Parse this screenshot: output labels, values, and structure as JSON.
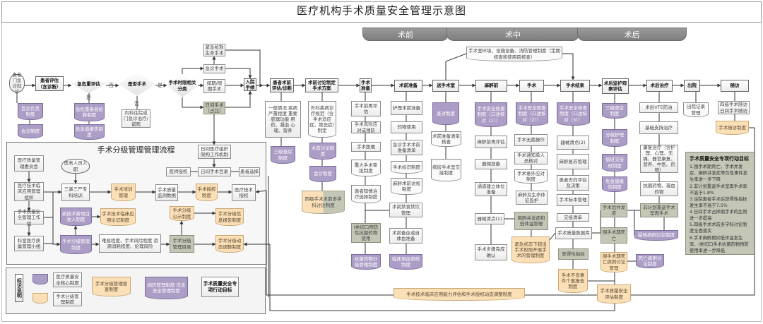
{
  "title": "医疗机构手术质量安全管理示意图",
  "phases": [
    "术前",
    "术中",
    "术后"
  ],
  "labels": {
    "no1": "否",
    "yes1": "是",
    "yes2": "是",
    "no2": "否"
  },
  "colors": {
    "core_system": "#ab9dc6",
    "grading_system": "#fbdfb6",
    "action_goal": "#c4c6b6"
  },
  "nodes": {
    "visit": {
      "text": "患者门急诊就诊",
      "kind": "oval"
    },
    "assess": {
      "text": "患者评估（含诊断）",
      "kind": "step"
    },
    "critical": {
      "text": "急危重评估",
      "kind": "diamond"
    },
    "surgery_q": {
      "text": "是否手术",
      "kind": "diamond"
    },
    "timing": {
      "text": "手术时限相关分类",
      "kind": "diamond"
    },
    "rescue": {
      "text": "紧急抢救生命手术",
      "kind": "box"
    },
    "emergency": {
      "text": "急诊手术",
      "kind": "box"
    },
    "elective": {
      "text": "择期/限期手术",
      "kind": "box"
    },
    "daysurg": {
      "text": "日间手术（占比）",
      "kind": "gray"
    },
    "admit": {
      "text": "入院手续",
      "kind": "step"
    },
    "first_resp": {
      "text": "首诊负责制度",
      "kind": "purple"
    },
    "consult1": {
      "text": "会诊制度",
      "kind": "purple"
    },
    "rescue_sys": {
      "text": "急危重患者抢救制度",
      "kind": "purple"
    },
    "critval1": {
      "text": "危急值报告制度",
      "kind": "purple"
    },
    "internal": {
      "text": "内科住院或门急诊治疗/留观",
      "kind": "box"
    },
    "preop_eval": {
      "text": "患者术前评估/诊断",
      "kind": "step"
    },
    "discuss": {
      "text": "术前讨论制定手术方案",
      "kind": "step"
    },
    "prep": {
      "text": "手术准备",
      "kind": "step"
    },
    "preop_prep": {
      "text": "术前准备",
      "kind": "step"
    },
    "to_or": {
      "text": "送手术室",
      "kind": "step"
    },
    "pre_anes": {
      "text": "麻醉前",
      "kind": "step"
    },
    "surgery": {
      "text": "手术",
      "kind": "step"
    },
    "surg_end": {
      "text": "手术结束",
      "kind": "step"
    },
    "postop_mon": {
      "text": "术后监护观察评估",
      "kind": "step"
    },
    "postop_tx": {
      "text": "术后治疗",
      "kind": "step"
    },
    "discharge": {
      "text": "出院",
      "kind": "step"
    },
    "followup": {
      "text": "随访",
      "kind": "step"
    },
    "general": {
      "text": "一般情况 疾病严重程度 重要脏器功能 用药、凝血 心理、营养",
      "kind": "box"
    },
    "ward_round1": {
      "text": "三级查房制度",
      "kind": "purple"
    },
    "norms": {
      "text": "外科疾病诊疗规范（含手术适应症、禁忌症）制定",
      "kind": "doc"
    },
    "discuss_sys": {
      "text": "术前讨论制度",
      "kind": "purple"
    },
    "consult2": {
      "text": "会诊制度",
      "kind": "purple"
    },
    "mdt4": {
      "text": "四级手术术前多学科讨论制度",
      "kind": "split"
    },
    "re_eval": {
      "text": "手术前再评估",
      "kind": "box"
    },
    "risk": {
      "text": "手术风险应对或预防",
      "kind": "box"
    },
    "order": {
      "text": "手术医嘱",
      "kind": "box"
    },
    "major_approve": {
      "text": "重大手术审批制度",
      "kind": "doc"
    },
    "consent": {
      "text": "患者知情治疗选择制度",
      "kind": "doc"
    },
    "abx_use": {
      "text": "I类切口预防性抗菌药物使用",
      "kind": "gray"
    },
    "abx_sys": {
      "text": "抗菌药物分级管理制度",
      "kind": "purple"
    },
    "nursing_prep": {
      "text": "护理术前准备",
      "kind": "box"
    },
    "drug": {
      "text": "药物使用",
      "kind": "box"
    },
    "em_checklist": {
      "text": "急诊手术术前准备清单",
      "kind": "box"
    },
    "marking": {
      "text": "手术标识制度",
      "kind": "doc"
    },
    "anes_visit": {
      "text": "麻醉术前访视制度",
      "kind": "doc"
    },
    "fasting": {
      "text": "术前禁食禁饮管理",
      "kind": "box"
    },
    "blood_prep": {
      "text": "术前备血或自体血准备",
      "kind": "box"
    },
    "blood_sys": {
      "text": "临床用血审核制度",
      "kind": "purple"
    },
    "env": {
      "text": "手术室环境、设施设备、消防管理制度（定期核查和使用前核查）",
      "kind": "doc"
    },
    "check_sys": {
      "text": "查对制度",
      "kind": "purple"
    },
    "preop_checklist": {
      "text": "术前准备清单核查",
      "kind": "doc"
    },
    "handover_ward": {
      "text": "病房手术室交接制度",
      "kind": "doc"
    },
    "safety1": {
      "text": "手术安全核查制度（口述核对（1））",
      "kind": "purple"
    },
    "anes_re": {
      "text": "麻醉前再评估",
      "kind": "box"
    },
    "instr_prep": {
      "text": "器械准备",
      "kind": "box"
    },
    "access": {
      "text": "通道建立体位准备",
      "kind": "box"
    },
    "count1": {
      "text": "器械清点(1)",
      "kind": "box"
    },
    "step_confirm": {
      "text": "手术步骤完成确认",
      "kind": "box"
    },
    "safety2": {
      "text": "手术安全核查制度（口述核对（2））",
      "kind": "purple"
    },
    "aseptic": {
      "text": "手术无菌操作",
      "kind": "box"
    },
    "notice": {
      "text": "手术通知单人员核对",
      "kind": "box"
    },
    "accident": {
      "text": "手术意外应对制度",
      "kind": "doc"
    },
    "vitals": {
      "text": "麻醉及生命体征监护",
      "kind": "box"
    },
    "anes_comp": {
      "text": "麻醉并发症和低体温管理",
      "kind": "gray"
    },
    "emergency_auth": {
      "text": "紧急状态下超出手术权限开展手术的管理制度",
      "kind": "beige"
    },
    "safety3": {
      "text": "手术安全核查制度（口述核对（3））",
      "kind": "purple"
    },
    "count2": {
      "text": "器械清点(2)",
      "kind": "box"
    },
    "recovery": {
      "text": "麻醉复苏管理",
      "kind": "box"
    },
    "destination": {
      "text": "患者去向评估及决策",
      "kind": "box"
    },
    "specimen": {
      "text": "手术标本管理",
      "kind": "box"
    },
    "handover_list": {
      "text": "交接清单",
      "kind": "box"
    },
    "database": {
      "text": "手术质量数据库",
      "kind": "box"
    },
    "acquired": {
      "text": "获得性指标",
      "kind": "gray"
    },
    "adverse": {
      "text": "手术不良事件个案报告制度",
      "kind": "beige"
    },
    "ward_round2": {
      "text": "三级查房制度",
      "kind": "purple"
    },
    "nursing_level": {
      "text": "分级护理制度",
      "kind": "purple"
    },
    "duty": {
      "text": "值班交接班制度",
      "kind": "purple"
    },
    "critval2": {
      "text": "危急值报告制度",
      "kind": "purple"
    },
    "complication": {
      "text": "手术后并发症",
      "kind": "gray"
    },
    "death": {
      "text": "围手术期死亡",
      "kind": "gray"
    },
    "death_mgmt": {
      "text": "围手术期死亡病例讨论管理",
      "kind": "beige"
    },
    "death_sys": {
      "text": "死亡病例讨论制度",
      "kind": "purple"
    },
    "quality_eval": {
      "text": "手术质量安全评估制度",
      "kind": "beige"
    },
    "vte": {
      "text": "术后VTE防治",
      "kind": "box"
    },
    "support": {
      "text": "基础支持治疗",
      "kind": "box"
    },
    "rehab": {
      "text": "康复治疗（含护理、心理、无痛、器官康复、营养、中医、药物）",
      "kind": "box"
    },
    "abx_coag": {
      "text": "抗菌药物、凝血药物",
      "kind": "box"
    },
    "reop": {
      "text": "非计划重返手术室再手术",
      "kind": "gray"
    },
    "difficult": {
      "text": "疑难病例讨论制度",
      "kind": "purple"
    },
    "discharge_rec": {
      "text": "出院记录管理",
      "kind": "doc"
    },
    "fu_items": {
      "text": "四级手术随访 日间手术随访",
      "kind": "box"
    },
    "fu_sys": {
      "text": "手术随访制度",
      "kind": "beige"
    },
    "capability": {
      "text": "手术技术临床应用能力评估和手术授权动态调整制度",
      "kind": "beige"
    },
    "panel_title": {
      "text": "手术分级管理管理流程",
      "kind": "panel-title"
    },
    "committee": {
      "text": "医疗质量管理委员会",
      "kind": "box"
    },
    "tech_org": {
      "text": "医疗技术临床应用管理组织",
      "kind": "box"
    },
    "workgroup": {
      "text": "手术质量安全管理工作组",
      "kind": "box"
    },
    "dept_group": {
      "text": "科室医疗质量管理小组",
      "kind": "box"
    },
    "staff_join": {
      "text": "医务人员入职",
      "kind": "oval"
    },
    "training": {
      "text": "三基三严专科培训",
      "kind": "box"
    },
    "train_mgmt": {
      "text": "手术培训管理",
      "kind": "beige"
    },
    "monitor": {
      "text": "手术质量监测数据",
      "kind": "box"
    },
    "auth_sys": {
      "text": "手术授权制度",
      "kind": "beige"
    },
    "tech_auth": {
      "text": "医疗技术授权",
      "kind": "box"
    },
    "new_tech": {
      "text": "新技术新项目准入制度",
      "kind": "purple"
    },
    "tech_demo": {
      "text": "手术技术临床应用论证制度",
      "kind": "beige"
    },
    "grading_sys": {
      "text": "手术分级管理制度",
      "kind": "purple"
    },
    "criteria": {
      "text": "难易程度、手术风险程度 资源消耗程度、伦理风险",
      "kind": "box"
    },
    "catalog": {
      "text": "手术分级管理目录",
      "kind": "gray"
    },
    "publicity": {
      "text": "手术分级公示制度",
      "kind": "beige"
    },
    "info_report": {
      "text": "手术分级信息报告制度",
      "kind": "beige"
    },
    "dyn_adjust": {
      "text": "手术分级动态调整制度",
      "kind": "beige"
    },
    "day_org": {
      "text": "日间医疗组织架构工作机制",
      "kind": "box"
    },
    "doc_auth": {
      "text": "医师授权",
      "kind": "box"
    },
    "day_catalog": {
      "text": "日间手术目录",
      "kind": "box"
    },
    "patient_sel": {
      "text": "患者选择",
      "kind": "box"
    },
    "legend_title": {
      "text": "标识说明",
      "kind": "vert"
    },
    "legend_purple": {
      "text": "",
      "kind": "purple"
    },
    "legend_beige": {
      "text": "",
      "kind": "beige"
    },
    "legend_core": {
      "text": "医疗质量安全核心制度",
      "kind": "box"
    },
    "legend_grading": {
      "text": "手术分级管理制度",
      "kind": "box"
    },
    "legend_supervise": {
      "text": "手术分级管理督查制度",
      "kind": "beige"
    },
    "legend_records": {
      "text": "病历管理制度 信息安全管理制度",
      "kind": "purple"
    },
    "legend_goal": {
      "text": "手术质量安全专项行动目标",
      "kind": "strong"
    }
  },
  "goals": {
    "title": "手术质量安全专项行动目标",
    "items": [
      "1.围手术期死亡、手术并发症、麻醉并发症等负性事件发生率进一步下降",
      "2.非计划重返手术室再手术率不高于1.8%",
      "3.住院患者手术后获得性指标发生率不高于7.5%",
      "4.日间手术占择期手术的比例进一步提高",
      "5.四级手术术前多学科讨论制度全面落实",
      "6.手术麻醉期间低体温发生率、I类切口手术抗菌药物预防使用率进一步降低"
    ]
  }
}
